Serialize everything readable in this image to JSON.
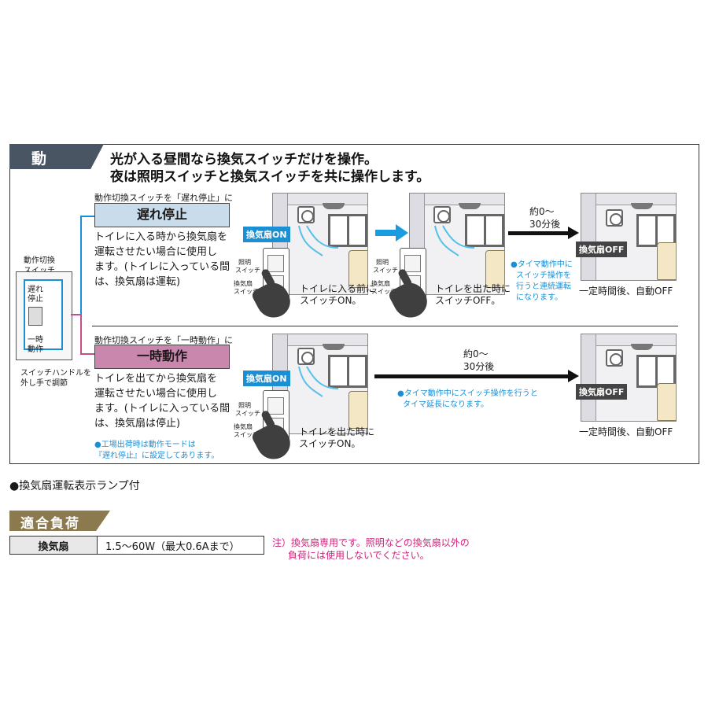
{
  "section": {
    "title": "動　作",
    "headline_1": "光が入る昼間なら換気スイッチだけを操作。",
    "headline_2": "夜は照明スイッチと換気スイッチを共に操作します。"
  },
  "side_switch": {
    "label_1": "動作切換",
    "label_2": "スイッチ",
    "opt_delay_1": "遅れ",
    "opt_delay_2": "停止",
    "opt_temp_1": "一時",
    "opt_temp_2": "動作",
    "note_1": "スイッチハンドルを",
    "note_2": "外し手で調節"
  },
  "mode_delay": {
    "caption": "動作切換スイッチを「遅れ停止」に",
    "title": "遅れ停止",
    "desc_1": "トイレに入る時から換気扇を",
    "desc_2": "運転させたい場合に使用し",
    "desc_3": "ます。(トイレに入っている間",
    "desc_4": "は、換気扇は運転)",
    "scene1_badge": "換気扇ON",
    "scene1_caption_1": "トイレに入る前に",
    "scene1_caption_2": "スイッチON。",
    "scene2_caption_1": "トイレを出た時に",
    "scene2_caption_2": "スイッチOFF。",
    "timer_1": "約0～",
    "timer_2": "30分後",
    "note_1": "●タイマ動作中に",
    "note_2": "スイッチ操作を",
    "note_3": "行うと連続運転",
    "note_4": "になります。",
    "scene3_badge": "換気扇OFF",
    "scene3_caption": "一定時間後、自動OFF"
  },
  "mode_temp": {
    "caption": "動作切換スイッチを「一時動作」に",
    "title": "一時動作",
    "desc_1": "トイレを出てから換気扇を",
    "desc_2": "運転させたい場合に使用し",
    "desc_3": "ます。(トイレに入っている間",
    "desc_4": "は、換気扇は停止)",
    "factory_note_1": "●工場出荷時は動作モードは",
    "factory_note_2": "『遅れ停止』に設定してあります。",
    "scene1_badge": "換気扇ON",
    "scene1_caption_1": "トイレを出た時に",
    "scene1_caption_2": "スイッチON。",
    "timer_1": "約0～",
    "timer_2": "30分後",
    "note_1": "●タイマ動作中にスイッチ操作を行うと",
    "note_2": "タイマ延長になります。",
    "scene3_badge": "換気扇OFF",
    "scene3_caption": "一定時間後、自動OFF"
  },
  "switch_labels": {
    "light_1": "照明",
    "light_2": "スイッチ",
    "fan_1": "換気扇",
    "fan_2": "スイッチ"
  },
  "feature": "●換気扇運転表示ランプ付",
  "load": {
    "title": "適合負荷",
    "row_label": "換気扇",
    "row_value": "1.5～60W（最大0.6Aまで）",
    "note_1": "注）換気扇専用です。照明などの換気扇以外の",
    "note_2": "負荷には使用しないでください。"
  },
  "colors": {
    "delay_box": "#c9dcec",
    "temp_box": "#c987ad",
    "accent_blue": "#1b8fd4",
    "accent_magenta": "#d0207a",
    "header_tag": "#4a5563",
    "load_tag": "#8a7a4e"
  }
}
